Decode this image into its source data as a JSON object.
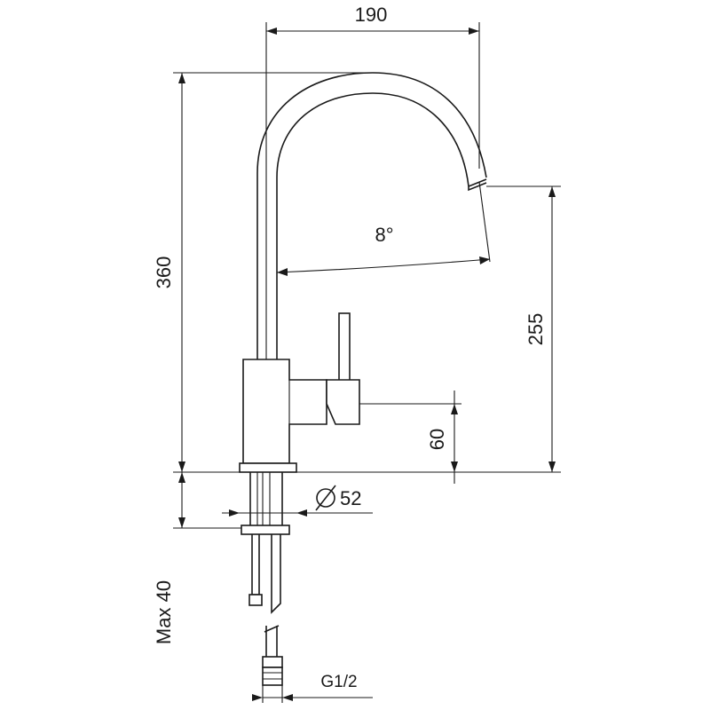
{
  "dimensions": {
    "spout_reach": "190",
    "total_height": "360",
    "spout_angle": "8°",
    "outlet_height": "255",
    "lever_height": "60",
    "base_diameter": "52",
    "max_thickness": "Max 40",
    "connection": "G1/2"
  }
}
